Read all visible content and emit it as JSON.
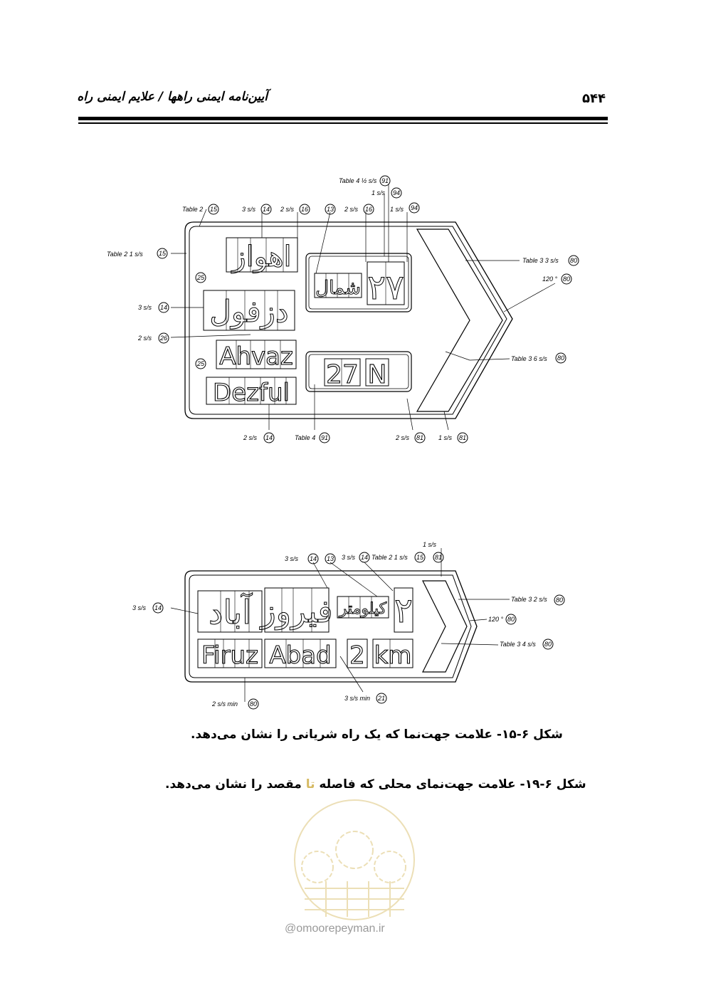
{
  "header": {
    "page_number": "۵۴۴",
    "running_title": "آیین‌نامه ایمنی راهها / علایم ایمنی راه"
  },
  "figure1": {
    "sign": {
      "fa_line1": "اهواز",
      "fa_line2": "دزفول",
      "en_line1": "Ahvaz",
      "en_line2": "Dezful",
      "route_fa_label": "شمال",
      "route_fa_number": "۲۷",
      "route_en_number": "27",
      "route_en_letter": "N"
    },
    "annotations": {
      "t_table4_half": "Table 4 ½ s/s",
      "c_91a": "91",
      "t_1ss_94a": "1 s/s",
      "c_94a": "94",
      "t_table2_top": "Table 2",
      "c_15a": "15",
      "t_3ss_14a": "3  s/s",
      "c_14a": "14",
      "t_2ss_16a": "2  s/s",
      "c_16a": "16",
      "c_13a": "13",
      "t_2ss_16b": "2  s/s",
      "c_16b": "16",
      "t_1ss_94b": "1  s/s",
      "c_94b": "94",
      "t_table2_left": "Table 2    1 s/s",
      "c_15b": "15",
      "t_3ss_14b": "3 s/s",
      "c_14b": "14",
      "t_2ss_26": "2 s/s",
      "c_26": "26",
      "c_25a": "25",
      "c_25b": "25",
      "t_table3_3ss": "Table 3    3 s/s",
      "c_80a": "80",
      "t_120": "120 °",
      "c_80b": "80",
      "t_table3_6ss": "Table 3    6 s/s",
      "c_80c": "80",
      "t_2ss_14c": "2  s/s",
      "c_14c": "14",
      "t_table4": "Table 4",
      "c_91b": "91",
      "t_2ss_81": "2 s/s",
      "c_81a": "81",
      "t_1ss_81": "1 s/s",
      "c_81b": "81"
    }
  },
  "figure2": {
    "sign": {
      "fa_word1": "آباد",
      "fa_word2": "فیروز",
      "fa_unit": "کیلومتر",
      "fa_number": "۲",
      "en_word1": "Firuz",
      "en_word2": "Abad",
      "en_number": "2",
      "en_unit": "km"
    },
    "annotations": {
      "t_1ss_top": "1 s/s",
      "t_3ss_14": "3  s/s",
      "c_14a": "14",
      "c_13": "13",
      "t_3ss_14b": "3  s/s",
      "c_14b": "14",
      "t_table2": "Table 2   1 s/s",
      "c_15": "15",
      "c_81": "81",
      "t_3ss_left": "3 s/s",
      "c_14c": "14",
      "t_table3_2ss": "Table 3    2 s/s",
      "c_80a": "80",
      "t_120": "120 °",
      "c_80b": "80",
      "t_table3_4ss": "Table 3    4 s/s",
      "c_80c": "80",
      "t_2ss_min": "2  s/s min",
      "c_80d": "80",
      "t_3ss_min": "3 s/s min",
      "c_21": "21"
    }
  },
  "captions": {
    "fig1": "شکل ۶-۱۵- علامت جهت‌نما که یک راه شریانی را نشان می‌دهد.",
    "fig2_a": "شکل ۶-۱۹- علامت جهت‌نمای محلی که فاصله",
    "fig2_b": " تا ",
    "fig2_c": "مقصد را نشان می‌دهد."
  },
  "watermark": {
    "url": "@omoorepeyman.ir"
  }
}
